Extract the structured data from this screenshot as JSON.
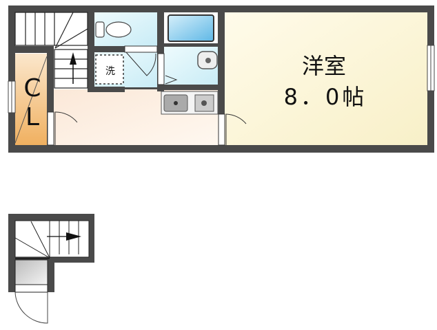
{
  "rooms": {
    "western_room": {
      "name": "洋室",
      "size": "8．0帖"
    },
    "closet": {
      "letter1": "C",
      "letter2": "L"
    },
    "washer": {
      "label": "洗"
    }
  },
  "colors": {
    "wall": "#4a4a4a",
    "wet_area": "#d6f1f8",
    "western_room": "#fbf6d6",
    "corridor": "#fdf1e6",
    "closet": "#f3c78a"
  }
}
